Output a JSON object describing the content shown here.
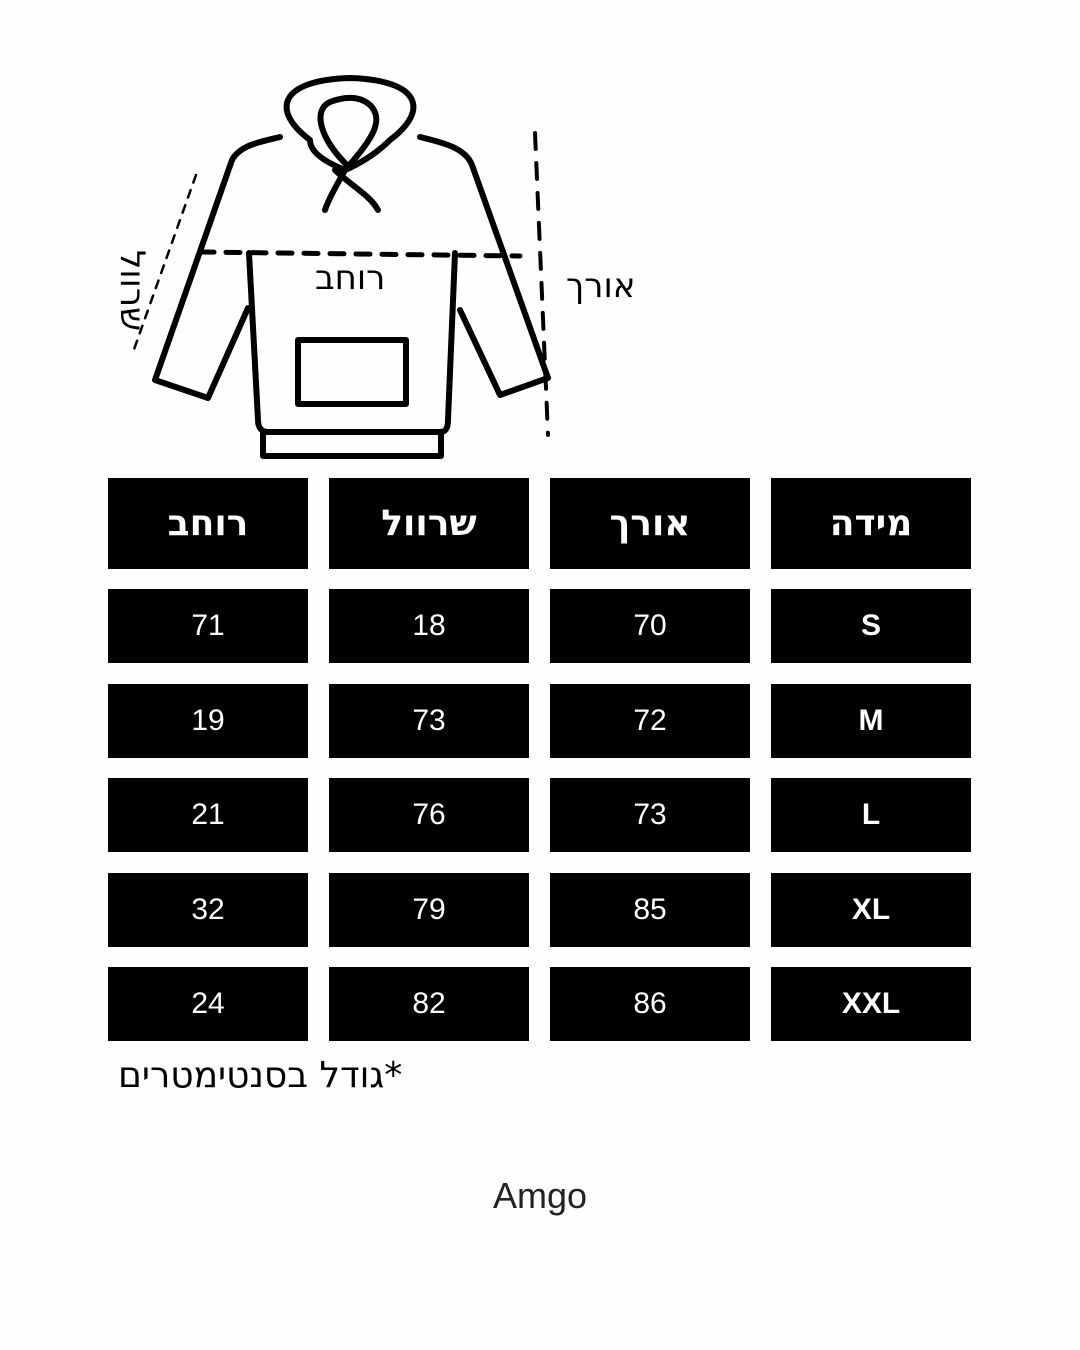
{
  "diagram": {
    "width_label": "רוחב",
    "length_label": "אורך",
    "sleeve_label": "שרוול"
  },
  "table": {
    "headers": [
      "רוחב",
      "שרוול",
      "אורך",
      "מידה"
    ],
    "rows": [
      {
        "width": "71",
        "sleeve": "18",
        "length": "70",
        "size": "S"
      },
      {
        "width": "19",
        "sleeve": "73",
        "length": "72",
        "size": "M"
      },
      {
        "width": "21",
        "sleeve": "76",
        "length": "73",
        "size": "L"
      },
      {
        "width": "32",
        "sleeve": "79",
        "length": "85",
        "size": "XL"
      },
      {
        "width": "24",
        "sleeve": "82",
        "length": "86",
        "size": "XXL"
      }
    ]
  },
  "note": "*גודל בסנטימטרים",
  "brand": "Amgo"
}
